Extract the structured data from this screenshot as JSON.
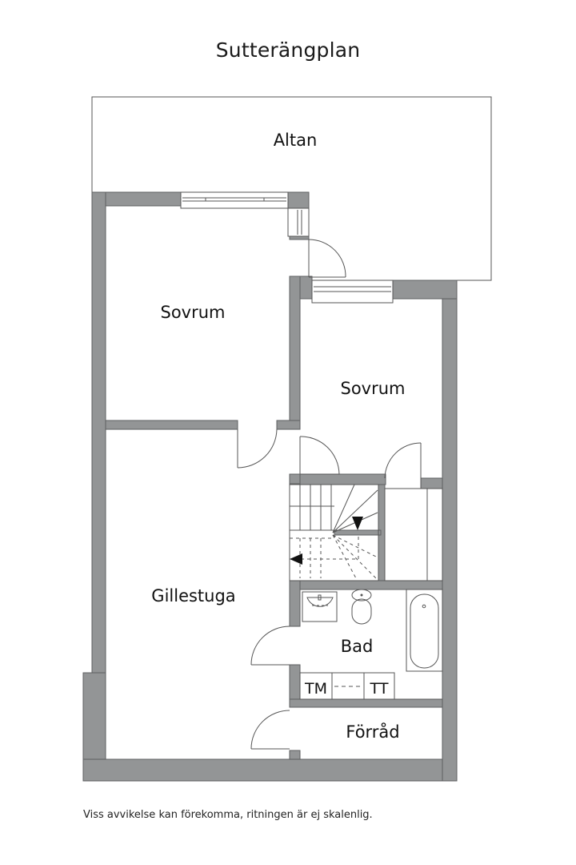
{
  "title": "Sutterängplan",
  "rooms": {
    "altan": "Altan",
    "sovrum_1": "Sovrum",
    "sovrum_2": "Sovrum",
    "gillestuga": "Gillestuga",
    "bad": "Bad",
    "forrad": "Förråd"
  },
  "fixtures": {
    "washer": "TM",
    "dryer": "TT"
  },
  "footer": "Viss avvikelse kan förekomma, ritningen är ej skalenlig.",
  "colors": {
    "wall": "#939596",
    "wall_outline": "#5e5f60",
    "background": "#ffffff",
    "line": "#555555"
  }
}
